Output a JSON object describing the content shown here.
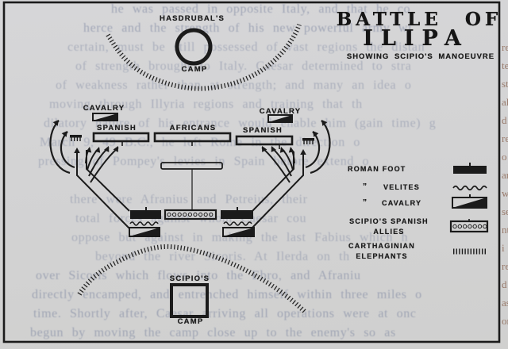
{
  "title": {
    "line1": "BATTLE OF",
    "line2": "ILIPA",
    "subtitle": "SHOWING SCIPIO'S MANOEUVRE"
  },
  "camps": {
    "hasdrubal": {
      "top": "HASDRUBAL'S",
      "bottom": "CAMP"
    },
    "scipio": {
      "top": "SCIPIO'S",
      "bottom": "CAMP"
    }
  },
  "formations": {
    "cavalry_left": "CAVALRY",
    "spanish_left": "SPANISH",
    "africans": "AFRICANS",
    "spanish_right": "SPANISH",
    "cavalry_right": "CAVALRY"
  },
  "legend": {
    "items": [
      {
        "label": "ROMAN FOOT",
        "ditto": "",
        "symbol": "solid-black-bar"
      },
      {
        "label": "VELITES",
        "ditto": "”",
        "symbol": "wavy-line"
      },
      {
        "label": "CAVALRY",
        "ditto": "”",
        "symbol": "diagonal-split-rect"
      },
      {
        "label": "SCIPIO'S SPANISH",
        "label2": "ALLIES",
        "symbol": "scalloped-rect"
      },
      {
        "label": "CARTHAGINIAN",
        "label2": "ELEPHANTS",
        "symbol": "sawtooth-line"
      }
    ]
  },
  "colors": {
    "page_bg": "#d3d3d5",
    "ink": "#1b1b1b",
    "ghost_text": "#7f88a2",
    "edge_text": "#855d49"
  },
  "ghost_text": {
    "lines": [
      "he was passed in opposite Italy, and that he co",
      "herce and the strength of his new powerful army wi",
      "certain, must be still possessed of vast regions the distan",
      "of strength brought to Italy. Caesar determined to stra",
      "of weakness rather than at strength; and many an idea o",
      "moving through Illyria regions and training that th",
      "dilatory nature of his entrance would enable him (gain time) g",
      "March 9, 49 B.C., he left Rome in the direction o",
      "pressing of Pompey's levies in Spain before extend o",
      "there were Afranius and Petreius, their",
      "total forces against whom Caesar cou",
      "oppose but against in making the last Fabius which h",
      "beyond the river Sicoris. At Ilerda on th",
      "over Sicoris which flows into the Ebro, and Afraniu",
      "directly encamped, and entrenched himself within three miles o",
      "time. Shortly after, Caesar arriving all operations were at onc",
      "begun by moving the camp close up to the enemy's so as"
    ],
    "edge_column": "re\nte\nst\nal\nd\nre\no\nar\nw\nse\nnt\ni\nre\nd\nas\nor"
  }
}
